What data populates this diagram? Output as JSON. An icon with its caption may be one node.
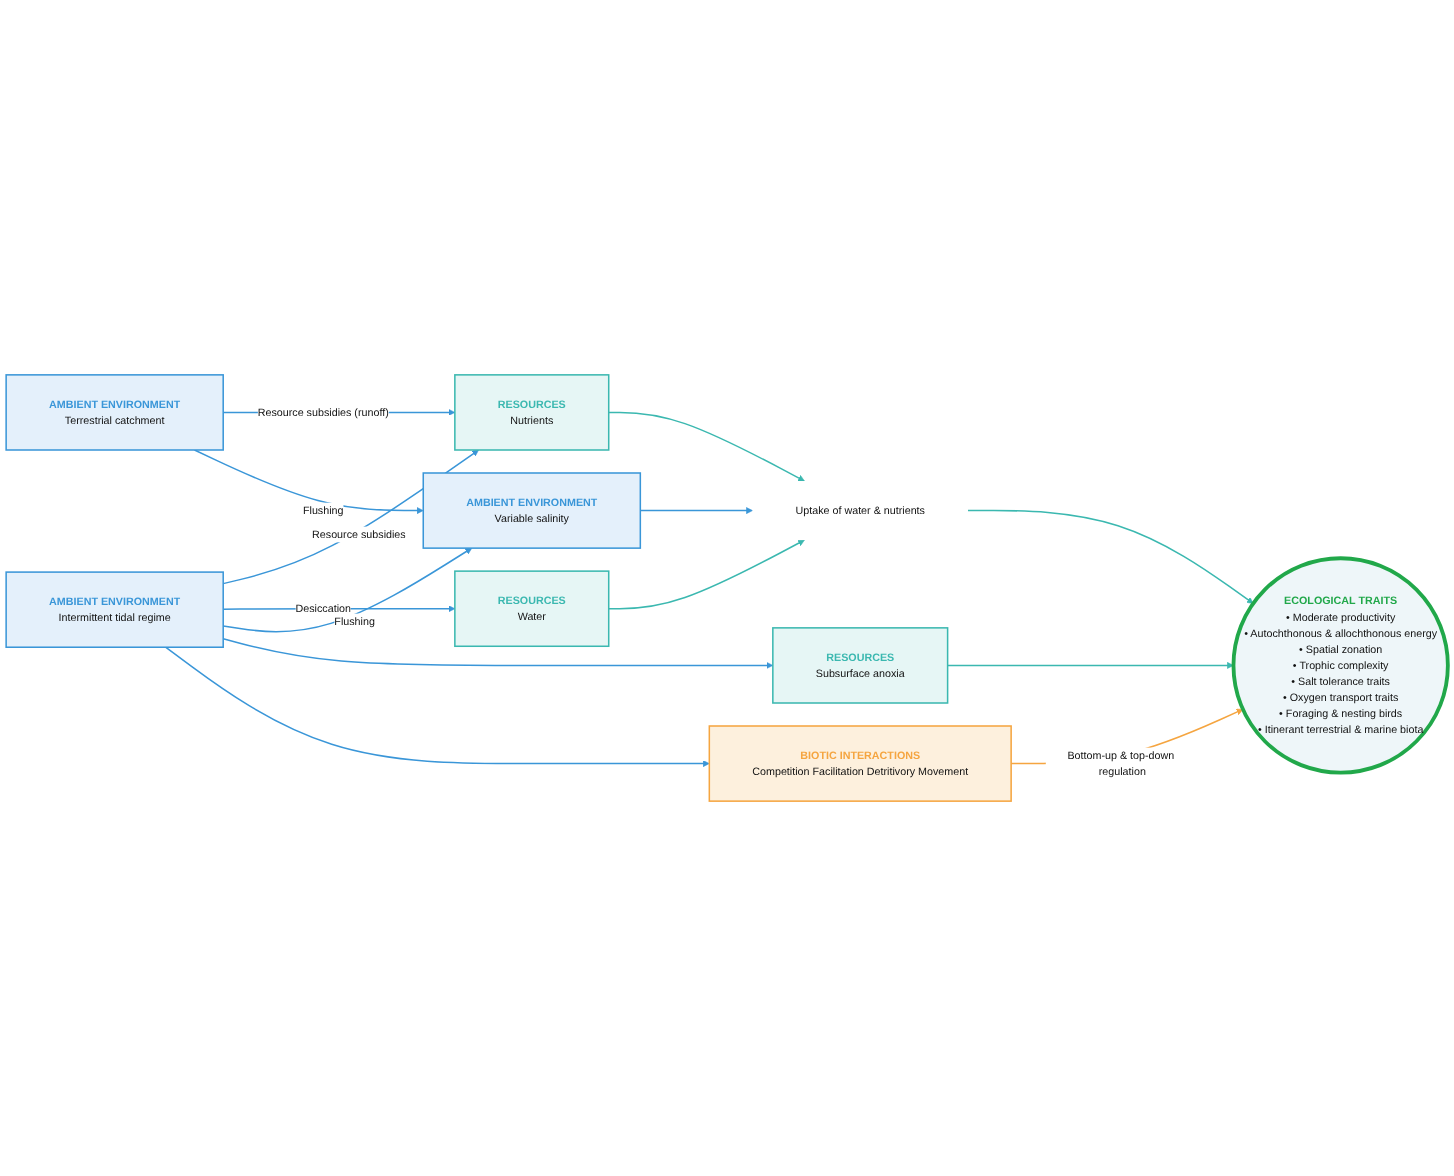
{
  "diagram": {
    "nodes": [
      {
        "text": [
          "RESOURCES",
          "Water"
        ]
      },
      {
        "text": [
          "RESOURCES",
          "Nutrients"
        ]
      },
      {
        "text": [
          "AMBIENT ENVIRONMENT",
          "Intermittent tidal regime"
        ]
      },
      {
        "text": [
          "AMBIENT ENVIRONMENT",
          "Variable salinity"
        ]
      },
      {
        "text": [
          "Uptake of water & nutrients"
        ]
      },
      {
        "text": [
          "AMBIENT ENVIRONMENT",
          "Terrestrial catchment"
        ]
      },
      {
        "text": [
          "RESOURCES",
          "Subsurface anoxia"
        ]
      },
      {
        "text": [
          "ECOLOGICAL TRAITS",
          "• Moderate productivity",
          "• Autochthonous & allochthonous energy",
          "• Spatial zonation",
          "• Trophic complexity",
          "• Salt tolerance traits",
          "• Oxygen transport traits",
          "• Foraging & nesting birds",
          "• Itinerant terrestrial & marine biota"
        ]
      },
      {
        "text": [
          "BIOTIC INTERACTIONS",
          "Competition Facilitation Detritivory Movement"
        ]
      }
    ],
    "edges": [
      {
        "from": 2,
        "to": 1,
        "arrow": "to",
        "label": "Resource subsidies"
      },
      {
        "from": 2,
        "to": 0,
        "arrow": "to",
        "label": "Desiccation"
      },
      {
        "from": 2,
        "to": 3,
        "arrow": "to",
        "label": "Flushing"
      },
      {
        "from": 0,
        "to": 4,
        "arrow": "to",
        "color": "#3bb8b0"
      },
      {
        "from": 1,
        "to": 4,
        "arrow": "to",
        "color": "#3bb8b0"
      },
      {
        "from": 3,
        "to": 4,
        "arrow": "to"
      },
      {
        "from": 5,
        "to": 1,
        "arrow": "to",
        "label": "Resource subsidies (runoff)"
      },
      {
        "from": 5,
        "to": 3,
        "arrow": "to",
        "label": "Flushing"
      },
      {
        "from": 4,
        "to": 7,
        "arrow": "to",
        "color": "#3bb8b0"
      },
      {
        "from": 2,
        "to": 6,
        "arrow": "to"
      },
      {
        "from": 6,
        "to": 7,
        "arrow": "to",
        "color": "#3bb8b0"
      },
      {
        "from": 2,
        "to": 8,
        "arrow": "to"
      },
      {
        "from": 8,
        "to": 7,
        "arrow": "to",
        "label": "Bottom-up & top-down regulation",
        "color": "#f5a540"
      }
    ]
  }
}
